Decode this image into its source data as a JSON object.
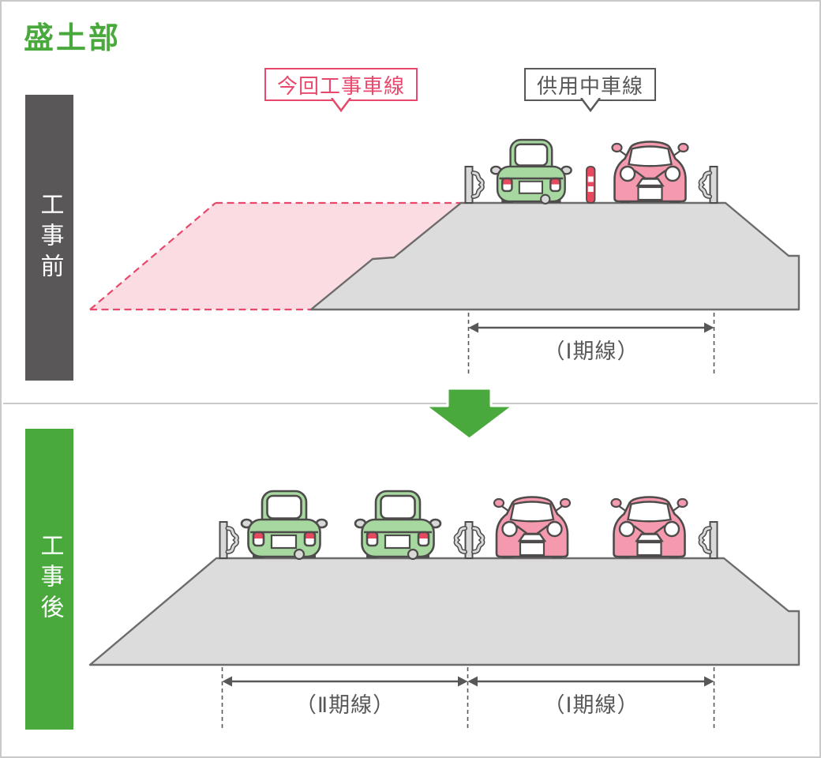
{
  "title": "盛土部",
  "callouts": {
    "construction_lane": "今回工事車線",
    "in_service_lane": "供用中車線"
  },
  "panel_before": {
    "side_label": "工事前",
    "dim_phase1": "（Ⅰ期線）"
  },
  "panel_after": {
    "side_label": "工事後",
    "dim_phase2": "（Ⅱ期線）",
    "dim_phase1": "（Ⅰ期線）"
  },
  "colors": {
    "green": "#4aa93c",
    "dark": "#595757",
    "pink": "#e8486b",
    "pink-fill": "#fbdce3",
    "road-fill": "#dcdcdc",
    "road-stroke": "#6e6b6b",
    "outline": "#4e4b4b",
    "car-green": "#a6d89f",
    "car-pink": "#f599af",
    "red": "#e8495f",
    "light-gray": "#d9d9d9",
    "frame": "#c9c9c9"
  }
}
